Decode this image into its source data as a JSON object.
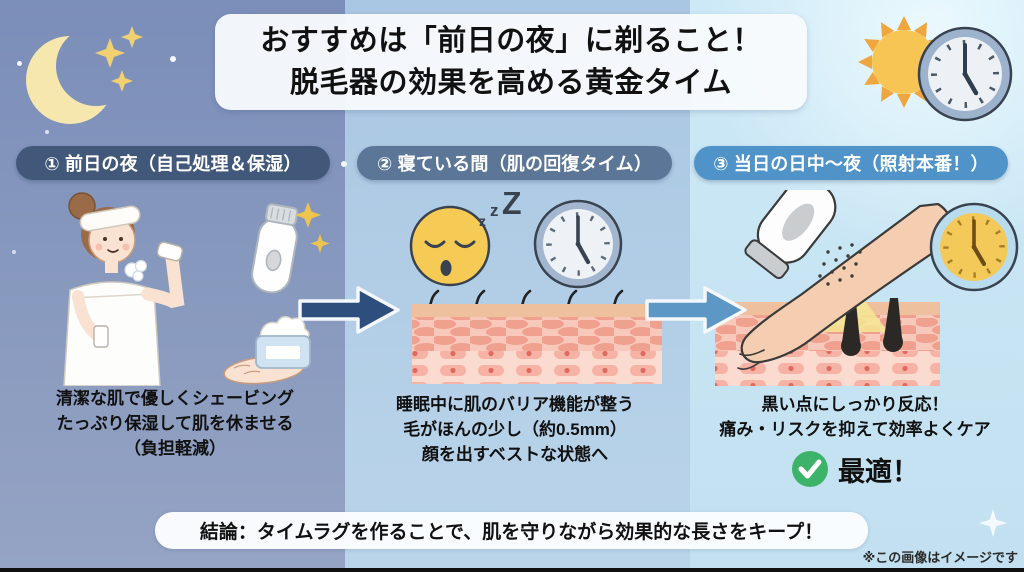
{
  "title": {
    "line1": "おすすめは「前日の夜」に剃ること！",
    "line2": "脱毛器の効果を高める黄金タイム"
  },
  "columns": [
    {
      "header": "① 前日の夜（自己処理＆保湿）",
      "lines": [
        "清潔な肌で優しくシェービング",
        "たっぷり保湿して肌を休ませる",
        "（負担軽減）"
      ]
    },
    {
      "header": "② 寝ている間（肌の回復タイム）",
      "lines": [
        "睡眠中に肌のバリア機能が整う",
        "毛がほんの少し（約0.5mm）",
        "顔を出すベストな状態へ"
      ]
    },
    {
      "header": "③ 当日の日中〜夜（照射本番！）",
      "lines": [
        "黒い点にしっかり反応！",
        "痛み・リスクを抑えて効率よくケア"
      ],
      "badge": "最適！"
    }
  ],
  "conclusion": "結論：タイムラグを作ることで、肌を守りながら効果的な長さをキープ！",
  "footnote": "※この画像はイメージです",
  "decor": {
    "zzz": [
      "z",
      "z",
      "Z"
    ]
  },
  "icons": {
    "left_sky": "moon-with-stars",
    "right_sky": "sun-with-clock",
    "step2": "sleeping-face, clock, skin-cross-section",
    "step3": "ipl-device, arm, skin-cross-section, clock",
    "badge": "green-check"
  },
  "colors": {
    "pill_1": "#42587a",
    "pill_2": "#5b7697",
    "pill_3": "#4f93c8",
    "arrow_1": "#2e4e7e",
    "arrow_2": "#5c97c5",
    "check_green": "#3db36a",
    "night_sky": "#7b8eb9",
    "mid_sky": "#a9c6e2",
    "day_sky": "#cde9f7"
  }
}
